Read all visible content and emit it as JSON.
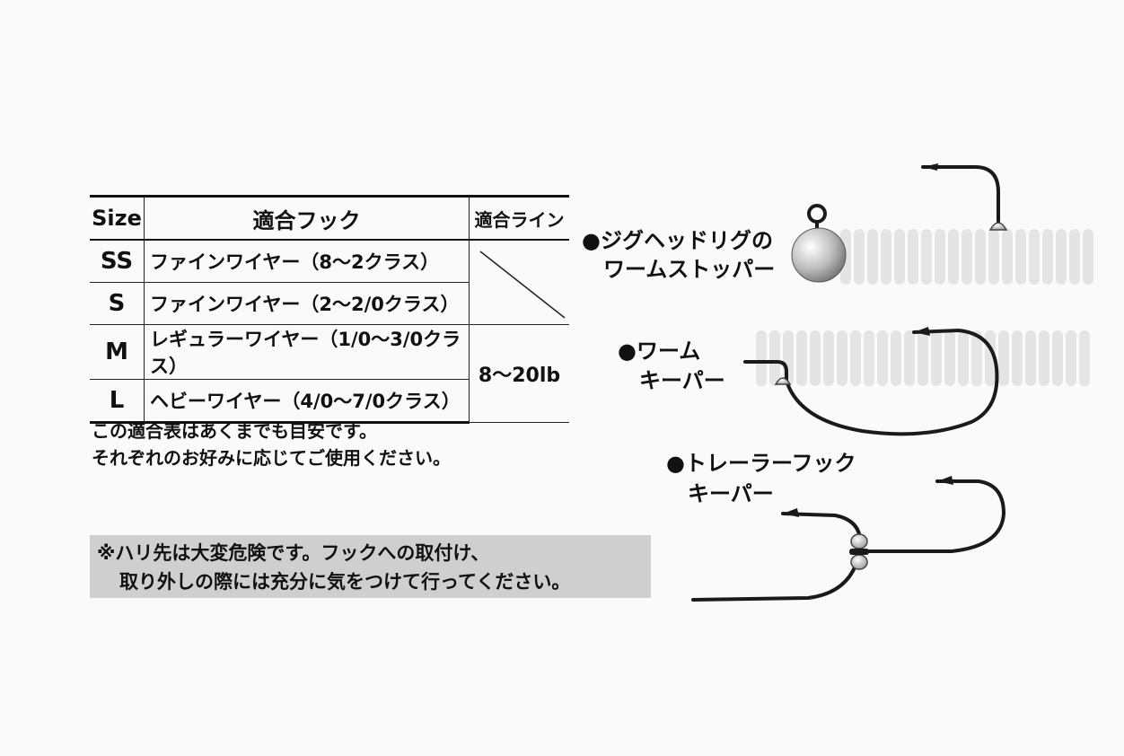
{
  "table": {
    "headers": {
      "size": "Size",
      "hook": "適合フック",
      "line": "適合ライン"
    },
    "rows": [
      {
        "size": "SS",
        "hook": "ファインワイヤー（8～2クラス）"
      },
      {
        "size": "S",
        "hook": "ファインワイヤー（2～2/0クラス）"
      },
      {
        "size": "M",
        "hook": "レギュラーワイヤー（1/0～3/0クラス）"
      },
      {
        "size": "L",
        "hook": "ヘビーワイヤー（4/0～7/0クラス）"
      }
    ],
    "line_range": "8～20lb"
  },
  "notes": [
    "この適合表はあくまでも目安です。",
    "それぞれのお好みに応じてご使用ください。"
  ],
  "caution": [
    "※ハリ先は大変危険です。フックへの取付け、",
    "取り外しの際には充分に気をつけて行ってください。"
  ],
  "labels": {
    "jighead": [
      "●ジグヘッドリグの",
      "ワームストッパー"
    ],
    "worm": [
      "●ワーム",
      "キーパー"
    ],
    "trailer": [
      "●トレーラーフック",
      "キーパー"
    ]
  },
  "colors": {
    "worm": "#e4e4e4",
    "hook": "#1a1a1a",
    "caution_bg": "#cfcfcf"
  }
}
